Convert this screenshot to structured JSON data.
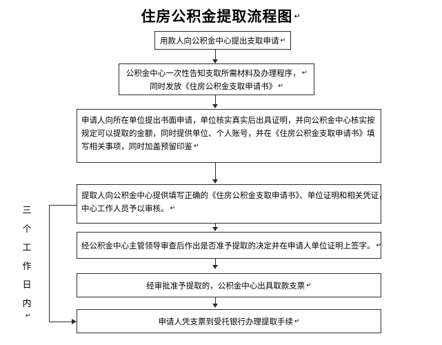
{
  "document": {
    "title": "住房公积金提取流程图",
    "title_mark": "↵",
    "background_color": "#ffffff",
    "line_color": "#2b2b2b"
  },
  "side_label": {
    "name": "三个工作日内",
    "characters": [
      "三",
      "个",
      "工",
      "作",
      "日",
      "内"
    ],
    "mark": "↵"
  },
  "chart_data": {
    "type": "flowchart",
    "title": "住房公积金提取流程图",
    "orientation": "top-to-bottom",
    "nodes": [
      {
        "id": "node-1",
        "step": 1,
        "shape": "rectangle",
        "align": "center",
        "lines": [
          "用款人向公积金中心提出支取申请"
        ],
        "mark": "↵"
      },
      {
        "id": "node-2",
        "step": 2,
        "shape": "rectangle",
        "align": "center",
        "lines": [
          "公积金中心一次性告知支取所需材料及办理程序，",
          "同时发放《住房公积金支取申请书》"
        ],
        "mark": "↵"
      },
      {
        "id": "node-3",
        "step": 3,
        "shape": "rectangle",
        "align": "justify",
        "lines": [
          "申请人向所在单位提出书面申请，单位核实真实后出具证明，并向公积金中心核实按",
          "规定可以提取的金额，同时提供单位、个人账号，并在《住房公积金支取申请书》填",
          "写相关事项，同时加盖预留印鉴"
        ],
        "mark": "↵"
      },
      {
        "id": "node-4",
        "step": 4,
        "shape": "rectangle",
        "align": "justify",
        "lines": [
          "提取人向公积金中心提供填写正确的《住房公积金支取申请书》、单位证明和相关凭证，",
          "中心工作人员予以审核。"
        ],
        "mark": "↵"
      },
      {
        "id": "node-5",
        "step": 5,
        "shape": "rectangle",
        "align": "center",
        "lines": [
          "经公积金中心主管领导审查后作出是否准予提取的决定并在申请人单位证明上签字。"
        ],
        "mark": "↵"
      },
      {
        "id": "node-6",
        "step": 6,
        "shape": "rectangle",
        "align": "center",
        "lines": [
          "经审批准予提取的，公积金中心出具取款支票"
        ],
        "mark": "↵"
      },
      {
        "id": "node-7",
        "step": 7,
        "shape": "rectangle",
        "align": "center",
        "lines": [
          "申请人凭支票到受托银行办理提取手续"
        ],
        "mark": "↵"
      }
    ],
    "edges": [
      {
        "from": "node-1",
        "to": "node-2",
        "style": "arrow-down"
      },
      {
        "from": "node-2",
        "to": "node-3",
        "style": "arrow-down"
      },
      {
        "from": "node-3",
        "to": "node-4",
        "style": "arrow-down"
      },
      {
        "from": "node-4",
        "to": "node-5",
        "style": "arrow-down"
      },
      {
        "from": "node-5",
        "to": "node-6",
        "style": "arrow-down"
      },
      {
        "from": "node-6",
        "to": "node-7",
        "style": "arrow-down"
      },
      {
        "from": "node-4",
        "to": "node-7",
        "style": "bracket-left",
        "label": "三个工作日内"
      }
    ]
  }
}
